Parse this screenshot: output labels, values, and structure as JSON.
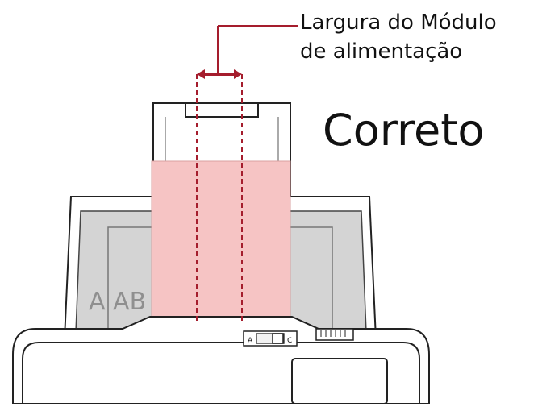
{
  "annotation": {
    "label_line_1": "Largura do Módulo",
    "label_line_2": "de alimentação"
  },
  "status_text": "Correto",
  "sample_text": "A AB ABC",
  "switch_markings": {
    "left": "A",
    "right": "C"
  },
  "colors": {
    "annotation_red": "#a51d2d",
    "paper_pink": "#f6c4c4",
    "chute_gray": "#d4d4d4",
    "outline": "#222222"
  }
}
